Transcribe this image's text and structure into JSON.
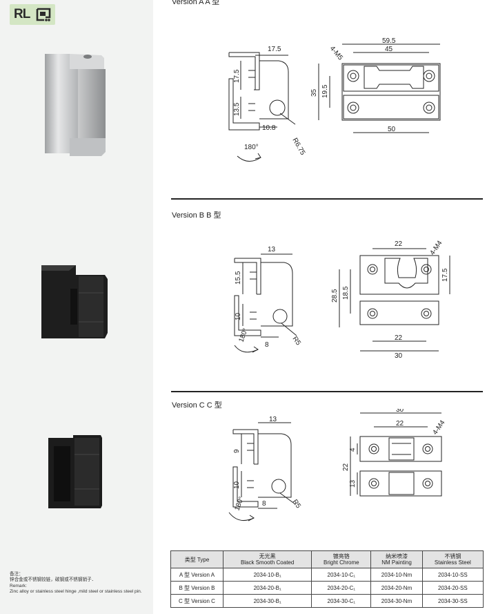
{
  "logo": {
    "text": "RL",
    "mark_icon": "cart-frame-icon"
  },
  "remark": {
    "label_cn": "备注：",
    "text_cn": "锌合金或不锈钢铰链，碳钢或不锈钢销子．",
    "label_en": "Remark:",
    "text_en": "Zinc alloy or stainless steel hinge ,mild steel or stainless steel pin."
  },
  "sections": {
    "a": {
      "title": "Version A  A 型",
      "dims": {
        "d1": "17.5",
        "d2": "17.5",
        "d3": "13.5",
        "d4": "10.8",
        "d5": "R6.75",
        "d6": "180°",
        "d7": "59.5",
        "d8": "45",
        "d9": "4-M5",
        "d10": "35",
        "d11": "19.5",
        "d12": "50"
      }
    },
    "b": {
      "title": "Version B  B 型",
      "dims": {
        "d1": "13",
        "d2": "15.5",
        "d3": "10",
        "d4": "8",
        "d5": "R5",
        "d6": "180°",
        "d7": "22",
        "d8": "4-M4",
        "d9": "28.5",
        "d10": "18.5",
        "d11": "17.5",
        "d12": "22",
        "d13": "30"
      }
    },
    "c": {
      "title": "Version C  C 型",
      "dims": {
        "d1": "13",
        "d2": "9",
        "d3": "10",
        "d4": "8",
        "d5": "R5",
        "d6": "180°",
        "d7": "30",
        "d8": "22",
        "d9": "4-M4",
        "d10": "4",
        "d11": "22",
        "d12": "13"
      }
    }
  },
  "table": {
    "headers": [
      {
        "cn": "类型 Type",
        "en": ""
      },
      {
        "cn": "无光黑",
        "en": "Black Smooth Coated"
      },
      {
        "cn": "镀亮铬",
        "en": "Bright Chrome"
      },
      {
        "cn": "纳米喷漆",
        "en": "NM Painting"
      },
      {
        "cn": "不锈钢",
        "en": "Stainless Steel"
      }
    ],
    "rows": [
      [
        "A 型 Version A",
        "2034-10-B₁",
        "2034-10-C₁",
        "2034-10-Nm",
        "2034-10-SS"
      ],
      [
        "B 型 Version B",
        "2034-20-B₁",
        "2034-20-C₁",
        "2034-20-Nm",
        "2034-20-SS"
      ],
      [
        "C 型 Version C",
        "2034-30-B₁",
        "2034-30-C₁",
        "2034-30-Nm",
        "2034-30-SS"
      ]
    ]
  },
  "colors": {
    "sidebar": "#f2f3f2",
    "logo_bg": "#d4e6c4",
    "table_header": "#e3e3e3",
    "silver": "#c9cacb",
    "black": "#1b1b1b"
  }
}
